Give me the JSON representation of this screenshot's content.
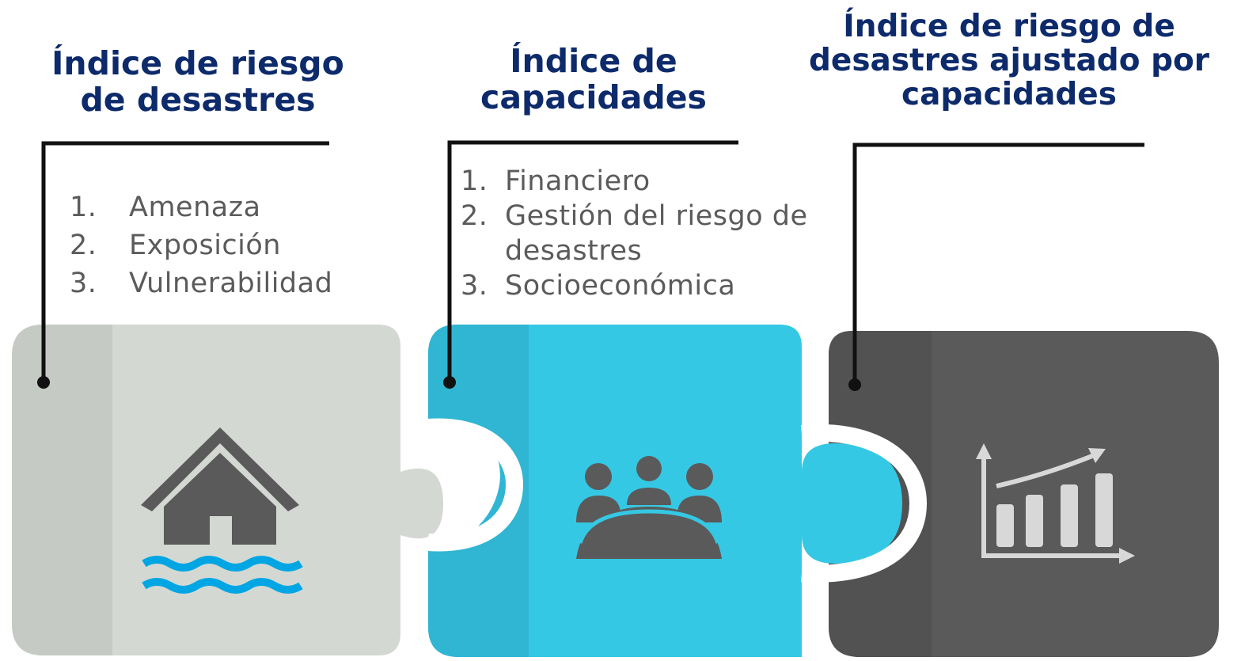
{
  "columns": [
    {
      "title_lines": [
        "Índice de riesgo",
        "de desastres"
      ],
      "items": [
        {
          "num": "1.",
          "label": "Amenaza"
        },
        {
          "num": "2.",
          "label": "Exposición"
        },
        {
          "num": "3.",
          "label": "Vulnerabilidad"
        }
      ],
      "color": "#d4d8d3",
      "icon": "flooded-house-icon"
    },
    {
      "title_lines": [
        "Índice de",
        "capacidades"
      ],
      "items": [
        {
          "num": "1.",
          "label": "Financiero"
        },
        {
          "num": "2.",
          "label": "Gestión del riesgo de desastres"
        },
        {
          "num": "3.",
          "label": "Socioeconómica"
        }
      ],
      "color": "#35c8e4",
      "icon": "people-meeting-icon"
    },
    {
      "title_lines": [
        "Índice de riesgo de",
        "desastres ajustado por",
        "capacidades"
      ],
      "items": [],
      "color": "#5a5a5a",
      "icon": "growth-bar-chart-icon"
    }
  ],
  "colors": {
    "title": "#0d2a6b",
    "text": "#5b5b5b",
    "connector": "#111111"
  }
}
